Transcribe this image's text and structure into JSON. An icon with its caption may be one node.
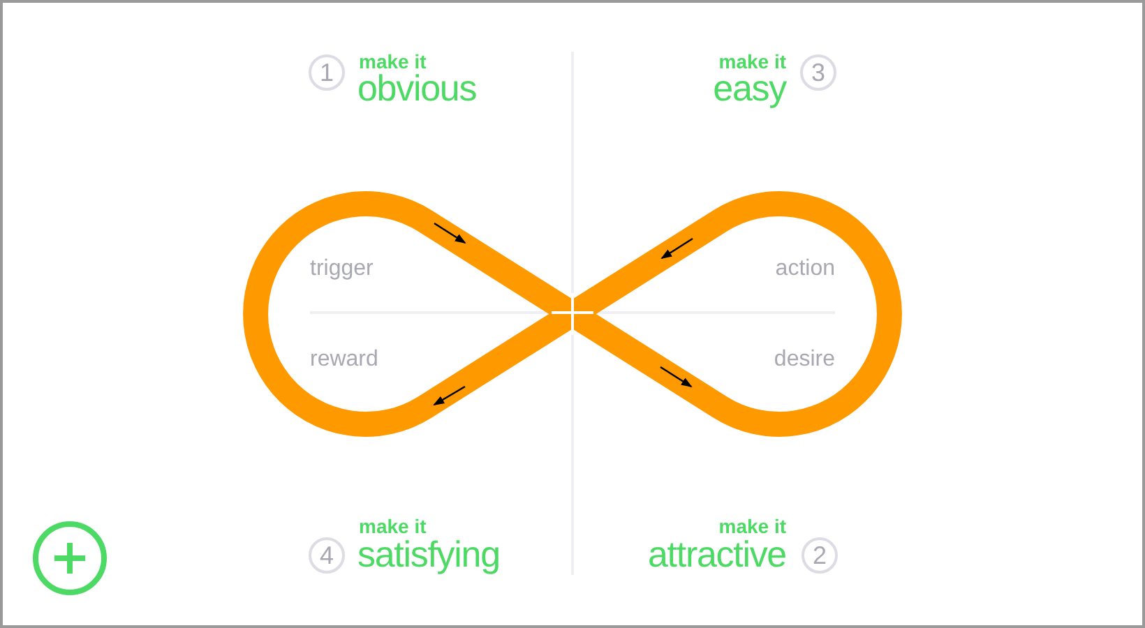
{
  "diagram": {
    "labels": [
      "1",
      "make it",
      "obvious",
      "make it",
      "easy",
      "3",
      "trigger",
      "action",
      "reward",
      "desire",
      "4",
      "make it",
      "satisfying",
      "make it",
      "attractive",
      "2"
    ]
  }
}
